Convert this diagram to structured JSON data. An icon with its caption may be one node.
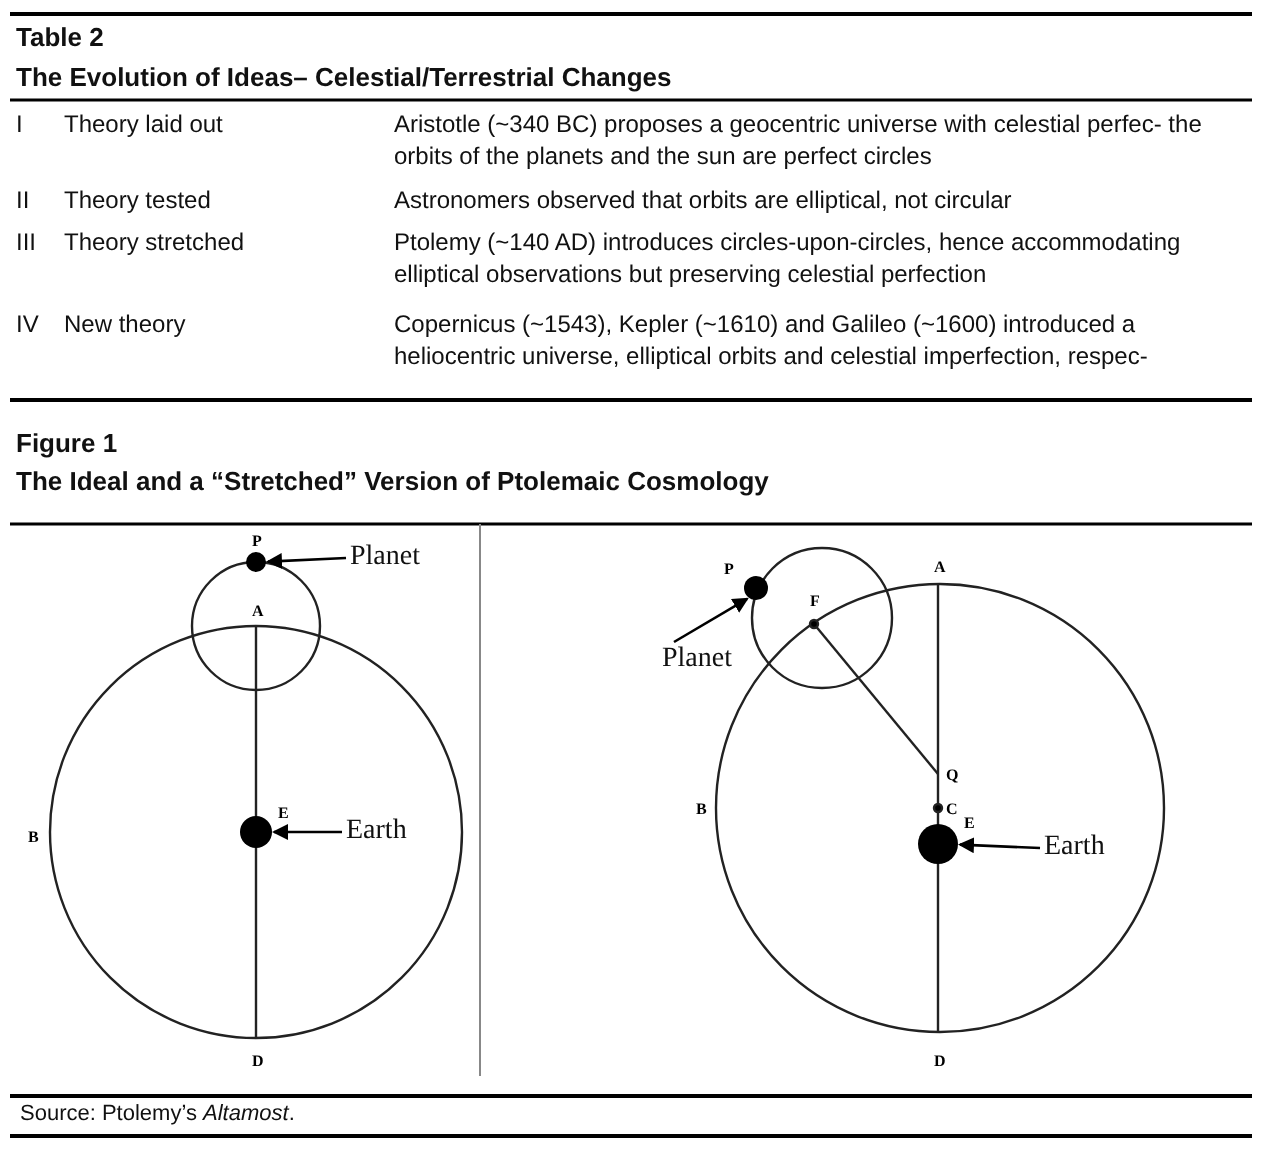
{
  "diagram": {
    "nodes": [
      {
        "text": [
          "Planet"
        ]
      },
      {
        "text": [],
        "shape": "circle"
      },
      {
        "text": [
          "Earth"
        ]
      },
      {
        "text": [],
        "shape": "circle"
      },
      {
        "text": [
          "Planet"
        ]
      },
      {
        "text": [],
        "shape": "circle"
      },
      {
        "text": [
          "Earth"
        ]
      },
      {
        "text": [],
        "shape": "circle"
      }
    ],
    "edges": [
      {
        "from": 0,
        "to": 1,
        "arrow": "to"
      },
      {
        "from": 2,
        "to": 3,
        "arrow": "to"
      },
      {
        "from": 4,
        "to": 5,
        "arrow": "to"
      },
      {
        "from": 6,
        "to": 7,
        "arrow": "to"
      }
    ],
    "labels": [
      "Table 2",
      "The Evolution of Ideas– Celestial/Terrestrial Changes",
      "I",
      "Theory laid out",
      "Aristotle (~340 BC) proposes a geocentric universe with celestial perfec- the orbits of the planets and the sun are perfect circles",
      "II",
      "Theory tested",
      "Astronomers observed that orbits are elliptical, not circular",
      "III",
      "Theory stretched",
      "Ptolemy (~140 AD) introduces circles-upon-circles, hence accommodating elliptical observations but preserving celestial perfection",
      "IV",
      "New theory",
      "Copernicus (~1543), Kepler (~1610) and Galileo (~1600) introduced a heliocentric universe, elliptical orbits and celestial imperfection, respec-",
      "Figure 1",
      "The Ideal and a “Stretched” Version of Ptolemaic Cosmology",
      "P",
      "A",
      "B",
      "E",
      "D",
      "P",
      "F",
      "A",
      "Q",
      "B",
      "C",
      "E",
      "D",
      "Source: Ptolemy’s *Altamost*."
    ]
  }
}
